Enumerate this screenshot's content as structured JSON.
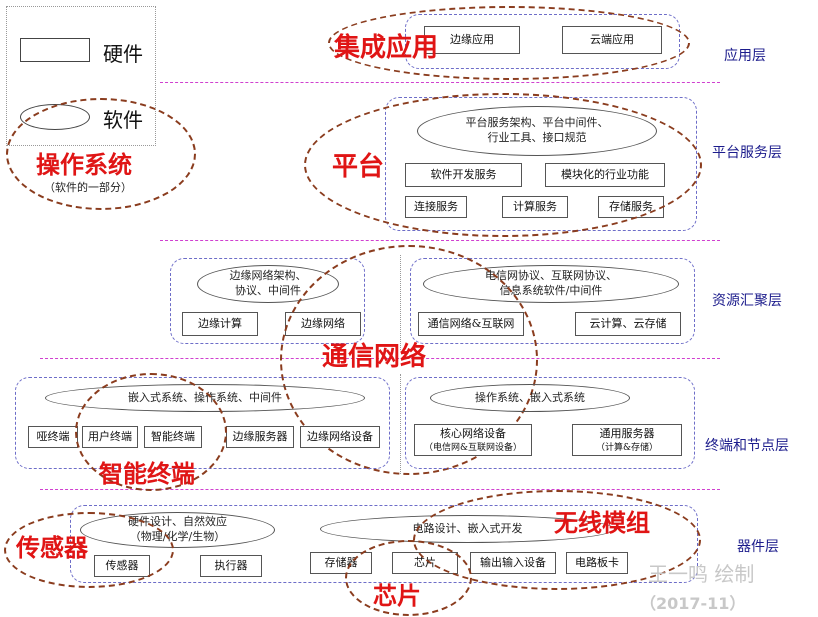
{
  "legend": {
    "hardware": "硬件",
    "software": "软件"
  },
  "layers": {
    "app": "应用层",
    "platform": "平台服务层",
    "resource": "资源汇聚层",
    "terminal": "终端和节点层",
    "device": "器件层"
  },
  "app": {
    "edge_app": "边缘应用",
    "cloud_app": "云端应用",
    "label": "集成应用"
  },
  "platform": {
    "ellipse_line1": "平台服务架构、平台中间件、",
    "ellipse_line2": "行业工具、接口规范",
    "software_dev": "软件开发服务",
    "modular": "模块化的行业功能",
    "connect": "连接服务",
    "compute": "计算服务",
    "storage": "存储服务",
    "label": "平台"
  },
  "os": {
    "label": "操作系统",
    "note": "（软件的一部分）"
  },
  "resource": {
    "edge_ellipse_line1": "边缘网络架构、",
    "edge_ellipse_line2": "协议、中间件",
    "edge_compute": "边缘计算",
    "edge_network": "边缘网络",
    "telecom_ellipse_line1": "电信网协议、互联网协议、",
    "telecom_ellipse_line2": "信息系统软件/中间件",
    "telecom_internet": "通信网络&互联网",
    "cloud": "云计算、云存储",
    "label": "通信网络"
  },
  "terminal": {
    "left_ellipse": "嵌入式系统、操作系统、中间件",
    "dumb": "哑终端",
    "user": "用户终端",
    "smart": "智能终端",
    "edge_server": "边缘服务器",
    "edge_device": "边缘网络设备",
    "right_ellipse": "操作系统、嵌入式系统",
    "core_line1": "核心网络设备",
    "core_line2": "（电信网&互联网设备）",
    "general_line1": "通用服务器",
    "general_line2": "（计算&存储）",
    "label": "智能终端"
  },
  "device": {
    "left_ellipse_line1": "硬件设计、自然效应",
    "left_ellipse_line2": "（物理/化学/生物）",
    "sensor": "传感器",
    "actuator": "执行器",
    "right_ellipse": "电路设计、嵌入式开发",
    "memory": "存储器",
    "chip": "芯片",
    "io": "输出输入设备",
    "board": "电路板卡",
    "sensor_label": "传感器",
    "wireless_label": "无线模组",
    "chip_label": "芯片"
  },
  "watermark": {
    "author": "王一鸣 绘制",
    "date": "（2017-11）"
  }
}
